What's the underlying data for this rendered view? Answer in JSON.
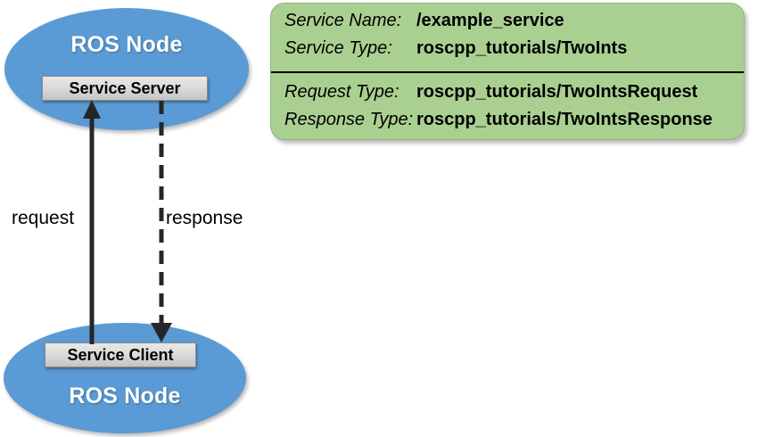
{
  "diagram": {
    "title": "ROS Service communication diagram",
    "colors": {
      "node_fill": "#5B9BD5",
      "node_text": "#FFFFFF",
      "interface_box_fill": "#DCDCDC",
      "info_panel_fill": "#AAD091",
      "info_panel_border": "#8BB877",
      "line": "#262626"
    }
  },
  "nodes": {
    "server_node": {
      "label": "ROS Node",
      "interface": "Service Server"
    },
    "client_node": {
      "label": "ROS Node",
      "interface": "Service Client"
    }
  },
  "edges": {
    "request": {
      "label": "request",
      "style": "solid",
      "direction": "client-to-server"
    },
    "response": {
      "label": "response",
      "style": "dashed",
      "direction": "server-to-client"
    }
  },
  "info_panel": {
    "identity": [
      {
        "label": "Service Name:",
        "value": "/example_service"
      },
      {
        "label": "Service Type:",
        "value": "roscpp_tutorials/TwoInts"
      }
    ],
    "types": [
      {
        "label": "Request Type:",
        "value": "roscpp_tutorials/TwoIntsRequest"
      },
      {
        "label": "Response Type:",
        "value": "roscpp_tutorials/TwoIntsResponse"
      }
    ]
  }
}
